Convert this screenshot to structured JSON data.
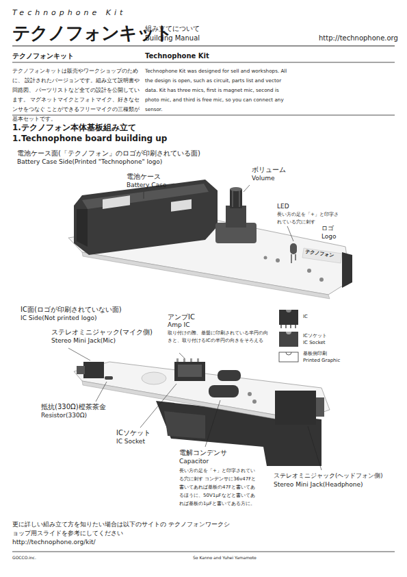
{
  "diagram": {
    "title": "Technophone Kit",
    "labels": [
      "テクノフォンキット",
      "組み立てについて",
      "Building Manual",
      "http://technophone.org",
      "テクノフォンキット",
      "Technophone Kit",
      "テクノフォンキットは販売やワークショップのために、 設計されたバージョンです。組み立て説明書や回路図、 パーツリストなど全ての設計を公開しています。 マグネットマイクとフォトマイク、好きなセンサをつなぐ ことができるフリーマイクの三種類が基本セットです。",
      "Technophone Kit was designed for sell and workshops. All the design is open, such as circuit, parts list and vector data. Kit has three mics, first is magnet mic, second is photo mic, and third is free mic, so you can connect any sensor.",
      "1.テクノフォン本体基板組み立て",
      "1.Technophone board building up",
      "電池ケース面(「テクノフォン」のロゴが印刷されている面)",
      "Battery Case Side(Printed \"Technophone\" logo)",
      "電池ケース",
      "Battery Case",
      "ボリューム",
      "Volume",
      "LED",
      "長い方の足を「+」と印字されている穴に刺す",
      "ロゴ",
      "Logo",
      "テクノフォン",
      "IC面(ロゴが印刷されていない面)",
      "IC Side(Not printed logo)",
      "ステレオミニジャック(マイク側)",
      "Stereo Mini Jack(Mic)",
      "アンプIC",
      "Amp IC",
      "取り付けの際、基盤に印刷されている半円の向きと、取り付けるICの半円の向きをそろえる",
      "IC",
      "ICソケット",
      "IC Socket",
      "基板側印刷",
      "Printed Graphic",
      "抵抗(330Ω)橙茶茶金",
      "Resistor(330Ω)",
      "ICソケット",
      "IC Socket",
      "電解コンデンサ",
      "Capacitor",
      "長い方の足を「+」と印字されている穴に刺す コンデンサに36v47Fと書いてあれば基板の47Fと書いてあるほうに、50V1μFなどと書いてあれば基板の1μFと書いてある方に。",
      "ステレオミニジャック(ヘッドフォン側)",
      "Stereo Mini Jack(Headphone)",
      "更に詳しい組み立て方を知りたい場合は以下のサイトの テクノフォンワークショップ用スライドを参考にしてください",
      "http://technophone.org/kit/",
      "GOCCO.inc.",
      "So Kanno and Yuhei Yamamoto"
    ]
  }
}
